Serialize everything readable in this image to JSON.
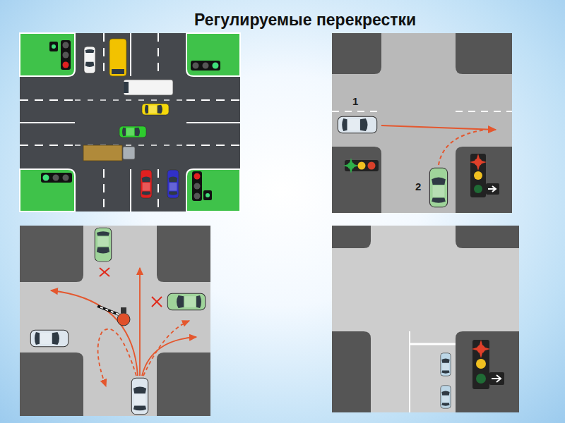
{
  "diagram": {
    "title": "Регулируемые перекрестки",
    "labels": [
      "1",
      "2"
    ]
  }
}
